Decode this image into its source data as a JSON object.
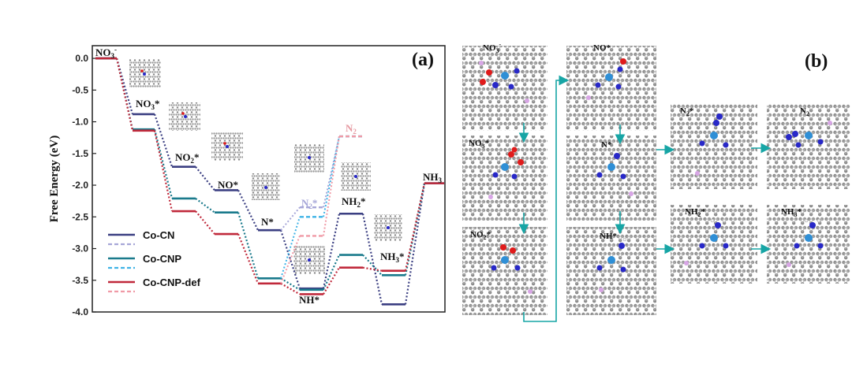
{
  "panel_a": "(a)",
  "panel_b": "(b)",
  "chart_data": {
    "type": "line",
    "ylabel": "Free Energy (eV)",
    "ylim": [
      -4.0,
      0.2
    ],
    "yticks": [
      "0.0",
      "-0.5",
      "-1.0",
      "-1.5",
      "-2.0",
      "-2.5",
      "-3.0",
      "-3.5",
      "-4.0"
    ],
    "steps": [
      "NO3-",
      "NO3*",
      "NO2*",
      "NO*",
      "N*",
      "NH* / N2*",
      "NH2* / N2",
      "NH3*",
      "NH3"
    ],
    "series": [
      {
        "name": "Co-CN",
        "color": "#3b3f82",
        "values": [
          0.0,
          -0.88,
          -1.71,
          -2.08,
          -2.71,
          -3.63,
          -2.45,
          -3.88,
          -1.97
        ]
      },
      {
        "name": "Co-CNP",
        "color": "#1a7a8c",
        "values": [
          0.0,
          -1.12,
          -2.21,
          -2.43,
          -3.47,
          -3.65,
          -3.1,
          -3.42,
          -1.97
        ]
      },
      {
        "name": "Co-CNP-def",
        "color": "#c0293b",
        "values": [
          0.0,
          -1.14,
          -2.41,
          -2.77,
          -3.55,
          -3.72,
          -3.3,
          -3.35,
          -1.97
        ]
      }
    ],
    "n2_branch": [
      {
        "name": "Co-CN",
        "color": "#a6a6d8",
        "values": [
          -2.71,
          -2.35,
          -1.23
        ]
      },
      {
        "name": "Co-CNP",
        "color": "#3fb3e6",
        "values": [
          -3.47,
          -2.5,
          -1.23
        ]
      },
      {
        "name": "Co-CNP-def",
        "color": "#f09aa6",
        "values": [
          -3.55,
          -2.8,
          -1.23
        ]
      }
    ],
    "annotations": [
      "NO3-",
      "NO3*",
      "NO2*",
      "NO*",
      "N*",
      "N2*",
      "NH*",
      "N2",
      "NH2*",
      "NH3*",
      "NH3"
    ],
    "legend_position": "bottom-left"
  },
  "panel_b_labels": {
    "s1": "NO3-",
    "s2": "NO3*",
    "s3": "NO2*",
    "s4": "NO*",
    "s5": "N*",
    "s6": "NH*",
    "s7": "N2*",
    "s8": "N2",
    "s9": "NH2*",
    "s10": "NH3*"
  },
  "colors": {
    "arrow": "#17a5a5",
    "carbon": "#8c8c8c",
    "nitrogen": "#2828c8",
    "cobalt": "#2f8fd6",
    "oxygen": "#e01b1b",
    "phosphorus": "#d8a6e6"
  }
}
